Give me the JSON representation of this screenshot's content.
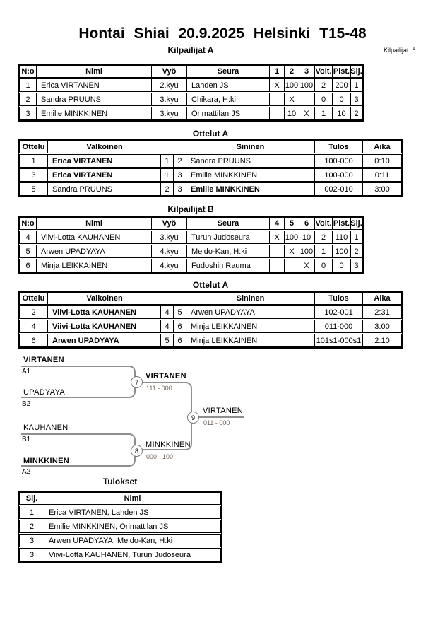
{
  "page": {
    "title": "Hontai Shiai 20.9.2025 Helsinki T15-48",
    "competitors_count_label": "Kilpailijat: 6"
  },
  "colors": {
    "bracket_line": "#8e8e8e",
    "score_text": "#6e6157",
    "table_border": "#000000"
  },
  "pool_a": {
    "title": "Kilpailijat A",
    "headers": [
      "N:o",
      "Nimi",
      "Vyö",
      "Seura",
      "1",
      "2",
      "3",
      "Voit.",
      "Pist.",
      "Sij."
    ],
    "rows": [
      {
        "no": "1",
        "name": "Erica VIRTANEN",
        "belt": "2.kyu",
        "club": "Lahden JS",
        "c1": "X",
        "c2": "100",
        "c3": "100",
        "wins": "2",
        "pts": "200",
        "place": "1"
      },
      {
        "no": "2",
        "name": "Sandra PRUUNS",
        "belt": "3.kyu",
        "club": "Chikara, H:ki",
        "c1": "",
        "c2": "X",
        "c3": "",
        "wins": "0",
        "pts": "0",
        "place": "3"
      },
      {
        "no": "3",
        "name": "Emilie MINKKINEN",
        "belt": "3.kyu",
        "club": "Orimattilan JS",
        "c1": "",
        "c2": "10",
        "c3": "X",
        "wins": "1",
        "pts": "10",
        "place": "2"
      }
    ]
  },
  "matches_a": {
    "title": "Ottelut A",
    "headers": [
      "Ottelu",
      "Valkoinen",
      "Sininen",
      "Tulos",
      "Aika"
    ],
    "rows": [
      {
        "no": "1",
        "white": "Erica VIRTANEN",
        "w1": "1",
        "w2": "2",
        "blue": "Sandra PRUUNS",
        "result": "100-000",
        "time": "0:10"
      },
      {
        "no": "3",
        "white": "Erica VIRTANEN",
        "w1": "1",
        "w2": "3",
        "blue": "Emilie MINKKINEN",
        "result": "100-000",
        "time": "0:11"
      },
      {
        "no": "5",
        "white": "Sandra PRUUNS",
        "w1": "2",
        "w2": "3",
        "blue": "Emilie MINKKINEN",
        "result": "002-010",
        "time": "3:00"
      }
    ]
  },
  "pool_b": {
    "title": "Kilpailijat B",
    "headers": [
      "N:o",
      "Nimi",
      "Vyö",
      "Seura",
      "4",
      "5",
      "6",
      "Voit.",
      "Pist.",
      "Sij."
    ],
    "rows": [
      {
        "no": "4",
        "name": "Viivi-Lotta KAUHANEN",
        "belt": "3.kyu",
        "club": "Turun Judoseura",
        "c1": "X",
        "c2": "100",
        "c3": "10",
        "wins": "2",
        "pts": "110",
        "place": "1"
      },
      {
        "no": "5",
        "name": "Arwen UPADYAYA",
        "belt": "4.kyu",
        "club": "Meido-Kan, H:ki",
        "c1": "",
        "c2": "X",
        "c3": "100",
        "wins": "1",
        "pts": "100",
        "place": "2"
      },
      {
        "no": "6",
        "name": "Minja LEIKKAINEN",
        "belt": "4.kyu",
        "club": "Fudoshin Rauma",
        "c1": "",
        "c2": "",
        "c3": "X",
        "wins": "0",
        "pts": "0",
        "place": "3"
      }
    ]
  },
  "matches_b": {
    "title": "Ottelut A",
    "headers": [
      "Ottelu",
      "Valkoinen",
      "Sininen",
      "Tulos",
      "Aika"
    ],
    "rows": [
      {
        "no": "2",
        "white": "Viivi-Lotta KAUHANEN",
        "w1": "4",
        "w2": "5",
        "blue": "Arwen UPADYAYA",
        "result": "102-001",
        "time": "2:31"
      },
      {
        "no": "4",
        "white": "Viivi-Lotta KAUHANEN",
        "w1": "4",
        "w2": "6",
        "blue": "Minja LEIKKAINEN",
        "result": "011-000",
        "time": "3:00"
      },
      {
        "no": "6",
        "white": "Arwen UPADYAYA",
        "w1": "5",
        "w2": "6",
        "blue": "Minja LEIKKAINEN",
        "result": "101s1-000s1",
        "time": "2:10"
      }
    ]
  },
  "bracket": {
    "semi1": {
      "top_name": "VIRTANEN",
      "top_seed": "A1",
      "bottom_name": "UPADYAYA",
      "bottom_seed": "B2",
      "match_no": "7",
      "winner": "VIRTANEN",
      "score": "111 - 000"
    },
    "semi2": {
      "top_name": "KAUHANEN",
      "top_seed": "B1",
      "bottom_name": "MINKKINEN",
      "bottom_seed": "A2",
      "match_no": "8",
      "winner": "MINKKINEN",
      "score": "000 - 100"
    },
    "final": {
      "match_no": "9",
      "winner": "VIRTANEN",
      "score": "011 - 000"
    }
  },
  "results": {
    "title": "Tulokset",
    "headers": [
      "Sij.",
      "Nimi"
    ],
    "rows": [
      {
        "place": "1",
        "name": "Erica VIRTANEN, Lahden JS"
      },
      {
        "place": "2",
        "name": "Emilie MINKKINEN, Orimattilan JS"
      },
      {
        "place": "3",
        "name": "Arwen UPADYAYA, Meido-Kan, H:ki"
      },
      {
        "place": "3",
        "name": "Viivi-Lotta KAUHANEN, Turun Judoseura"
      }
    ]
  }
}
